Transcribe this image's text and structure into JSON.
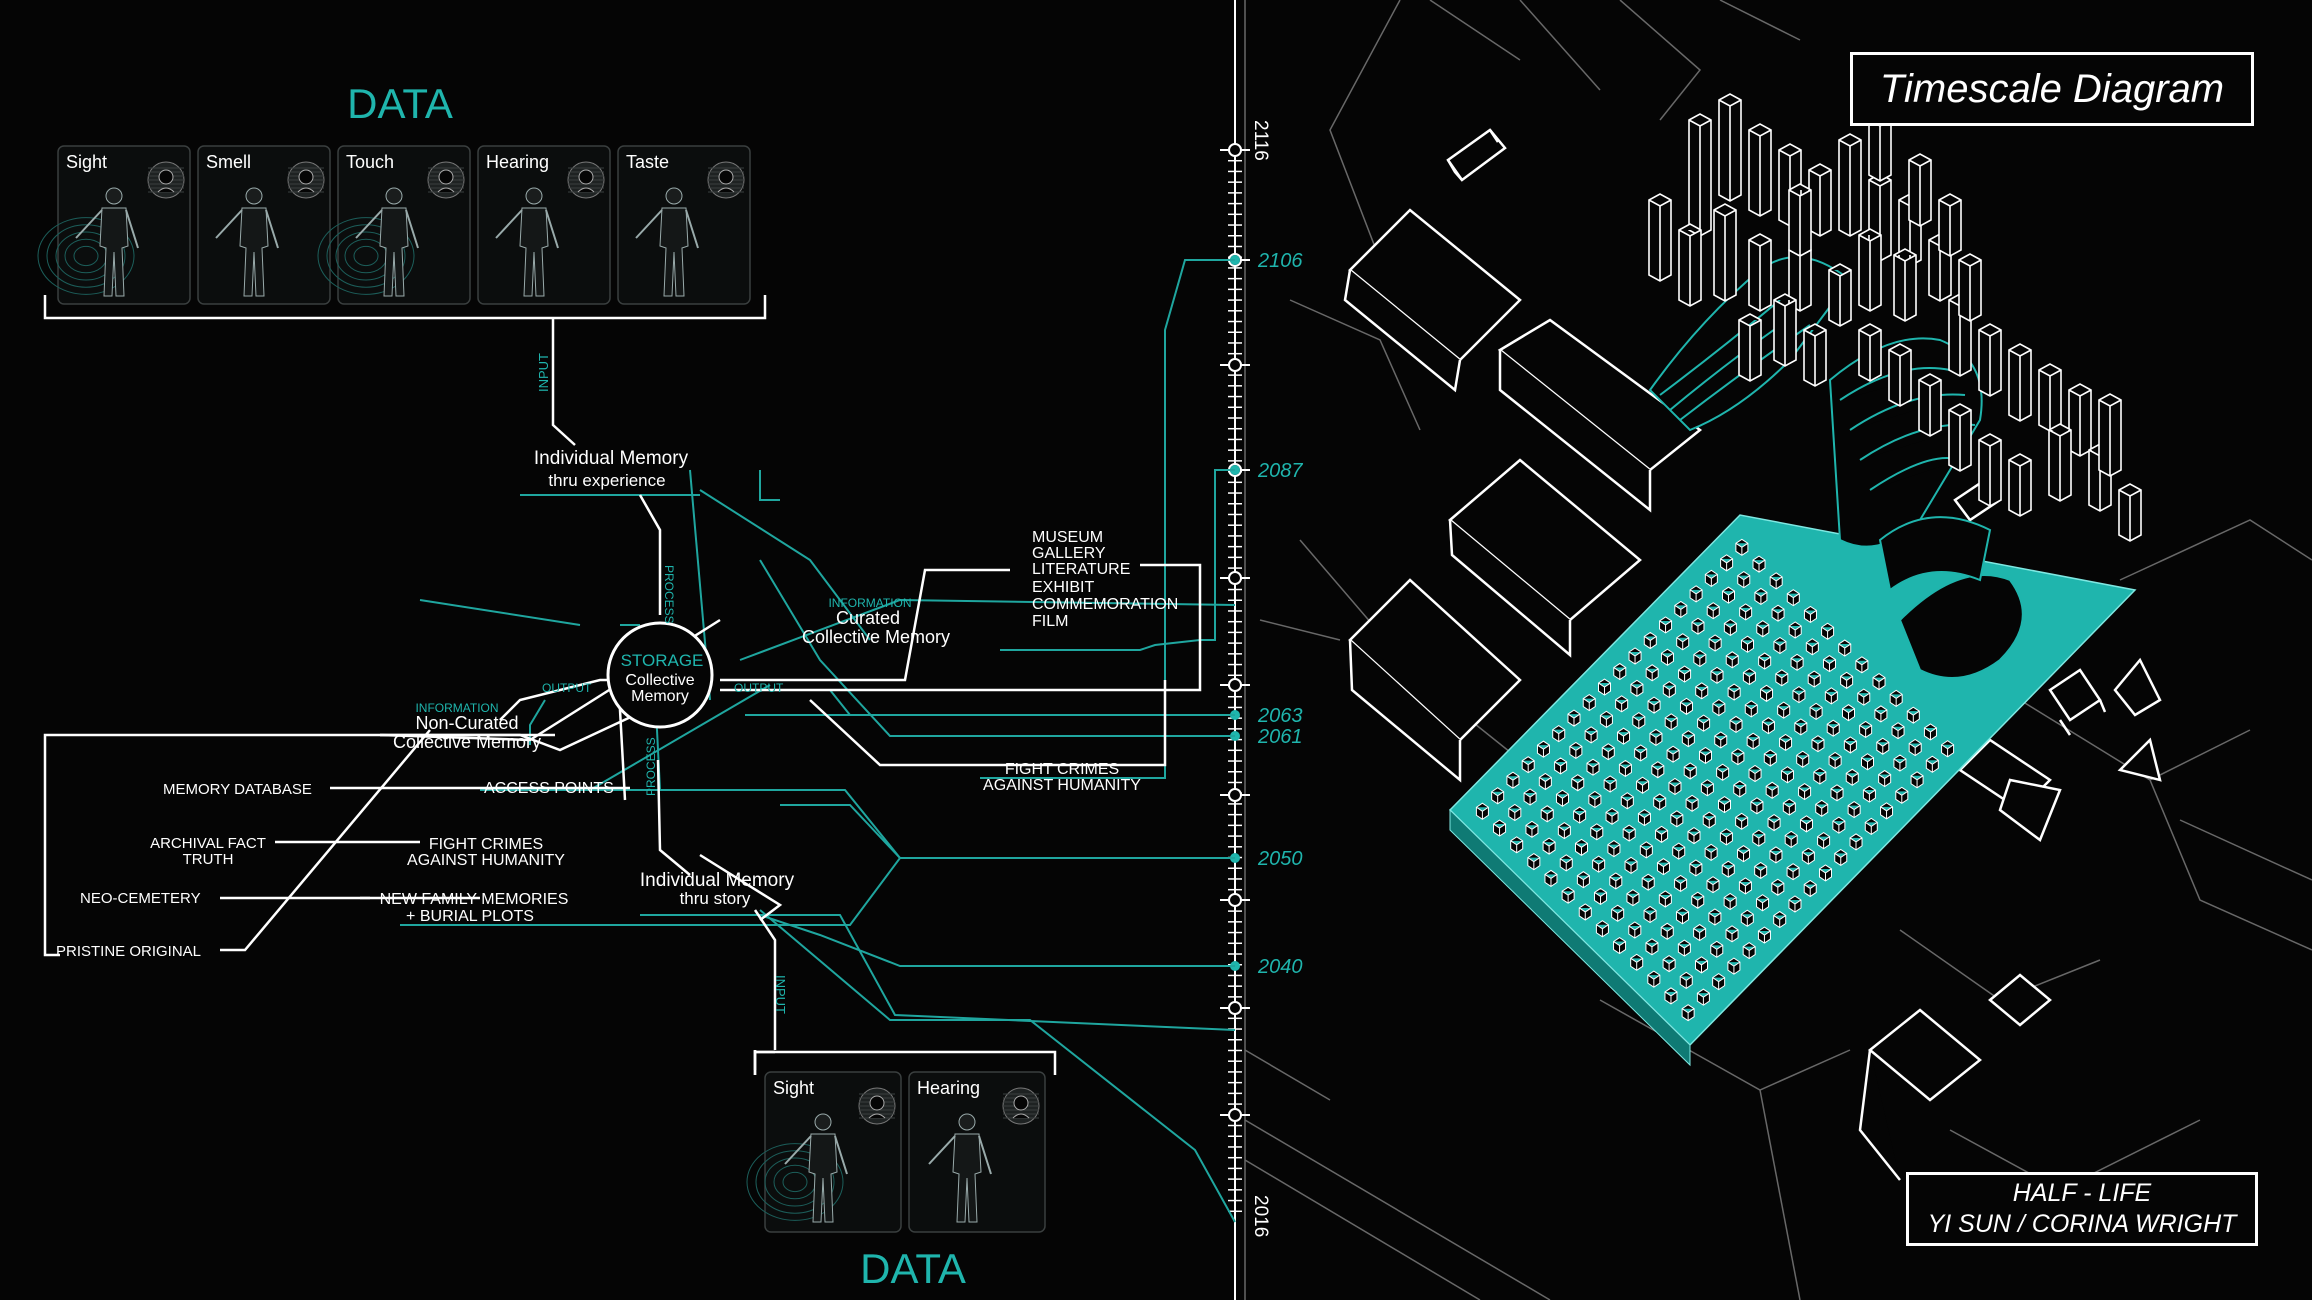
{
  "title": "Timescale Diagram",
  "credits": {
    "project": "HALF - LIFE",
    "authors": "YI SUN / CORINA WRIGHT"
  },
  "colors": {
    "accent": "#1fb5ad",
    "line": "#ffffff",
    "background": "#050505"
  },
  "data_top": {
    "heading": "DATA",
    "senses": [
      "Sight",
      "Smell",
      "Touch",
      "Hearing",
      "Taste"
    ]
  },
  "data_bottom": {
    "heading": "DATA",
    "senses": [
      "Sight",
      "Hearing"
    ]
  },
  "flow": {
    "input_top": "INPUT",
    "input_bottom": "INPUT",
    "process_top": "PROCESS",
    "process_bottom": "PROCESS",
    "output_left": "OUTPUT",
    "output_right": "OUTPUT",
    "individual_experience": [
      "Individual Memory",
      "thru experience"
    ],
    "individual_story": [
      "Individual Memory",
      "thru story"
    ],
    "storage": {
      "top": "STORAGE",
      "line1": "Collective",
      "line2": "Memory"
    },
    "curated": {
      "info": "INFORMATION",
      "line1": "Curated",
      "line2": "Collective Memory"
    },
    "non_curated": {
      "info": "INFORMATION",
      "line1": "Non-Curated",
      "line2": "Collective Memory"
    },
    "curated_outputs": [
      "MUSEUM",
      "GALLERY",
      "LITERATURE",
      "EXHIBIT",
      "COMMEMORATION",
      "FILM"
    ],
    "fight_crimes_right": [
      "FIGHT CRIMES",
      "AGAINST HUMANITY"
    ],
    "left_items": {
      "memory_database": "MEMORY DATABASE",
      "archival": [
        "ARCHIVAL FACT",
        "TRUTH"
      ],
      "neo_cemetery": "NEO-CEMETERY",
      "pristine_original": "PRISTINE ORIGINAL"
    },
    "mid_items": {
      "access_points": "ACCESS POINTS",
      "fight_crimes": [
        "FIGHT CRIMES",
        "AGAINST HUMANITY"
      ],
      "family_memories": [
        "NEW FAMILY MEMORIES",
        "+ BURIAL PLOTS"
      ]
    }
  },
  "timeline": {
    "end_labels": {
      "top": "2116",
      "bottom": "2016"
    },
    "milestones": [
      "2106",
      "2087",
      "2063",
      "2061",
      "2050",
      "2040"
    ]
  }
}
